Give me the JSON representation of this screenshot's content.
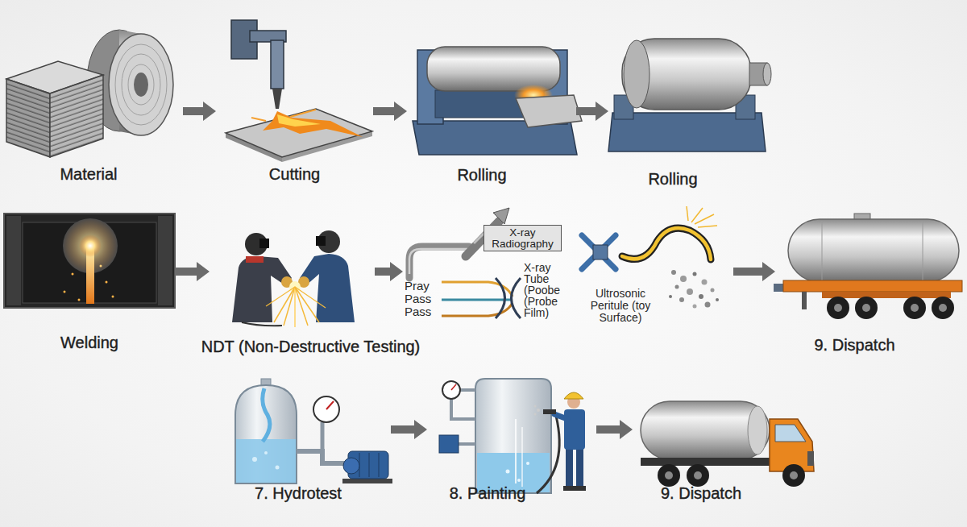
{
  "diagram": {
    "nodes": [
      {
        "text": [
          "Material"
        ]
      },
      {
        "text": [
          "Cutting"
        ]
      },
      {
        "text": [
          "Rolling"
        ]
      },
      {
        "text": [
          "Rolling"
        ]
      },
      {
        "text": [
          "Welding"
        ]
      },
      {
        "text": [
          "NDT (Non-Destructive Testing)"
        ]
      },
      {
        "text": [
          "X-ray Tube (Poobe (Probe Film)",
          "Pray Pass Pass",
          "Ultrosonic Peritule (toy Surface)"
        ]
      },
      {
        "text": [
          "X-ray Radiography"
        ],
        "in": 6
      },
      {
        "text": [
          "9. Dispatch"
        ]
      },
      {
        "text": [
          "7. Hydrotest"
        ]
      },
      {
        "text": [
          "8. Painting"
        ]
      },
      {
        "text": [
          "9. Dispatch"
        ]
      }
    ],
    "edges": [
      {
        "from": 0,
        "to": 1,
        "arrow": "to"
      },
      {
        "from": 1,
        "to": 2,
        "arrow": "to"
      },
      {
        "from": 2,
        "to": 3,
        "arrow": "to"
      },
      {
        "from": 4,
        "to": 5,
        "arrow": "to"
      },
      {
        "from": 5,
        "to": 6,
        "arrow": "to"
      },
      {
        "from": 6,
        "to": 8,
        "arrow": "to"
      },
      {
        "from": 9,
        "to": 10,
        "arrow": "to"
      },
      {
        "from": 10,
        "to": 11,
        "arrow": "to"
      }
    ]
  }
}
